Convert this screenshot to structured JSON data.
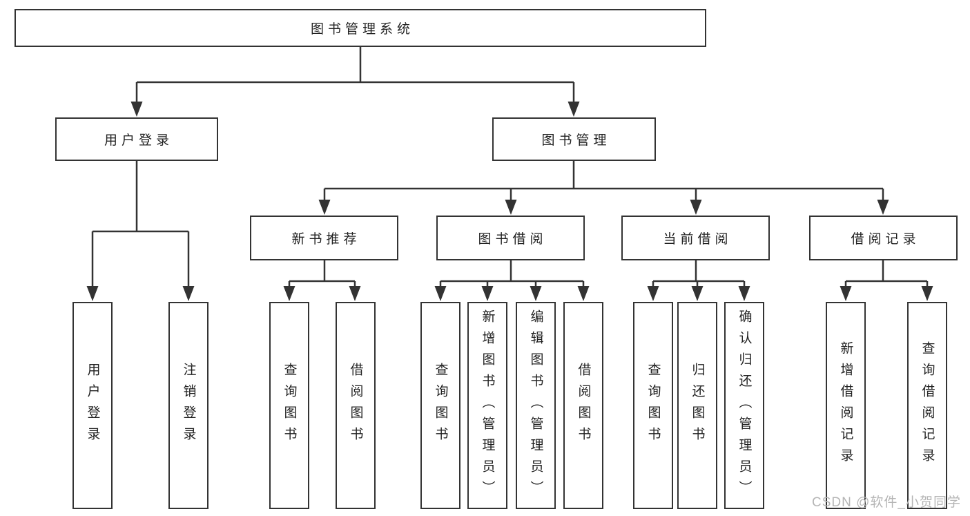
{
  "tree": {
    "root": {
      "label": "图书管理系统"
    },
    "modules": [
      {
        "label": "用户登录",
        "children": [
          {
            "label": "用户登录"
          },
          {
            "label": "注销登录"
          }
        ]
      },
      {
        "label": "图书管理",
        "sections": [
          {
            "label": "新书推荐",
            "children": [
              {
                "label": "查询图书"
              },
              {
                "label": "借阅图书"
              }
            ]
          },
          {
            "label": "图书借阅",
            "children": [
              {
                "label": "查询图书"
              },
              {
                "label": "新增图书（管理员）"
              },
              {
                "label": "编辑图书（管理员）"
              },
              {
                "label": "借阅图书"
              }
            ]
          },
          {
            "label": "当前借阅",
            "children": [
              {
                "label": "查询图书"
              },
              {
                "label": "归还图书"
              },
              {
                "label": "确认归还（管理员）"
              }
            ]
          },
          {
            "label": "借阅记录",
            "children": [
              {
                "label": "新增借阅记录"
              },
              {
                "label": "查询借阅记录"
              }
            ]
          }
        ]
      }
    ]
  },
  "watermark": {
    "text": "CSDN @软件_小贺同学"
  },
  "colors": {
    "line": "#333333",
    "text": "#222222",
    "watermark": "#b5b5b5",
    "background": "#ffffff"
  }
}
